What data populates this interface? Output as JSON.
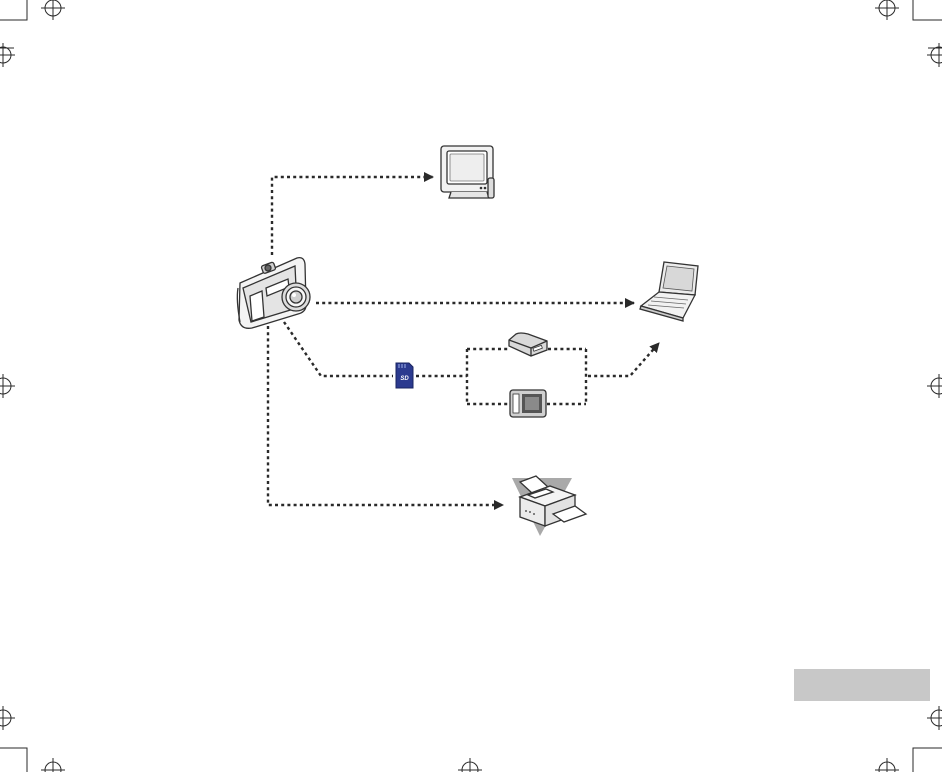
{
  "page": {
    "background": "#ffffff",
    "tab_color": "#c8c8c8"
  },
  "diagram": {
    "source": "digital camera",
    "connections": [
      {
        "from": "camera",
        "to": "tv",
        "kind": "arrow"
      },
      {
        "from": "camera",
        "to": "computer",
        "kind": "arrow"
      },
      {
        "from": "camera",
        "to": "sd-card",
        "kind": "line"
      },
      {
        "from": "sd-card",
        "to": "usb-card-reader",
        "kind": "line"
      },
      {
        "from": "sd-card",
        "to": "built-in-card-slot",
        "kind": "line"
      },
      {
        "from": "card-readers",
        "to": "computer",
        "kind": "arrow"
      },
      {
        "from": "camera",
        "to": "printer",
        "kind": "arrow"
      }
    ],
    "card_label": "SD",
    "icons": [
      "camera-icon",
      "tv-icon",
      "laptop-icon",
      "sd-card-icon",
      "card-reader-icon",
      "card-slot-icon",
      "printer-icon"
    ],
    "colors": {
      "line": "#2a2a2a",
      "sd_card": "#2b3a8f",
      "printer_badge": "#a9a9a9"
    }
  }
}
